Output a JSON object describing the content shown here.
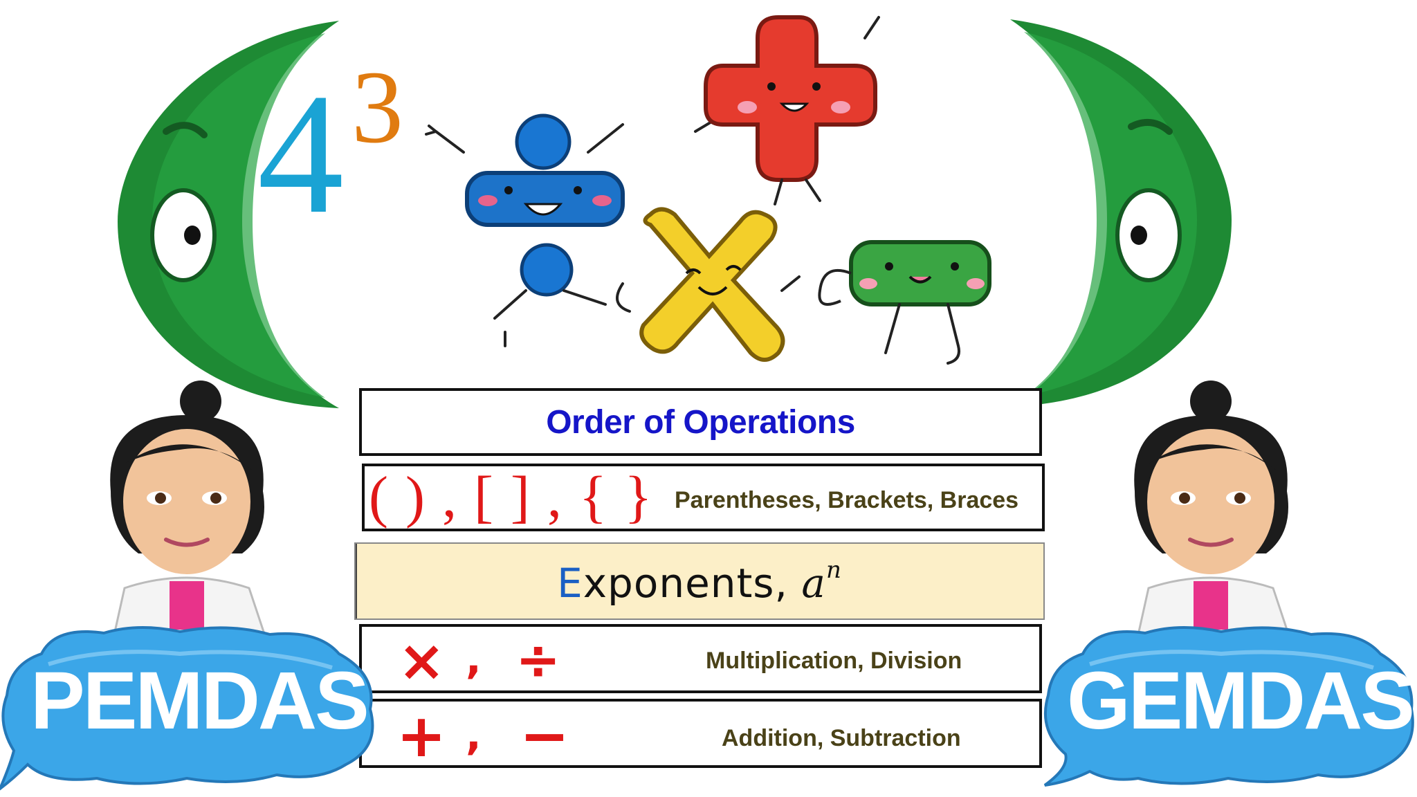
{
  "exponent": {
    "base": "4",
    "power": "3"
  },
  "table": {
    "title": "Order of Operations",
    "rows": [
      {
        "symbols": "( ) , [ ] , { }",
        "label": "Parentheses, Brackets, Braces"
      },
      {
        "lead": "E",
        "rest": "xponents,",
        "var": "a",
        "power": "n"
      },
      {
        "symbol1": "×",
        "sep": ",",
        "symbol2": "÷",
        "label": "Multiplication, Division"
      },
      {
        "symbol1": "+",
        "sep": ",",
        "symbol2": "−",
        "label": "Addition, Subtraction"
      }
    ]
  },
  "bubbles": {
    "left": "PEMDAS",
    "right": "GEMDAS"
  },
  "colors": {
    "moon_green": "#1e8a34",
    "bubble_blue": "#3ba6e8",
    "title_blue": "#1515c8",
    "symbol_red": "#e01818",
    "exponent_band": "#fcefc8"
  },
  "icons": [
    "divide-mascot-icon",
    "plus-mascot-icon",
    "times-mascot-icon",
    "minus-mascot-icon",
    "teacher-avatar-icon",
    "moon-face-icon"
  ]
}
